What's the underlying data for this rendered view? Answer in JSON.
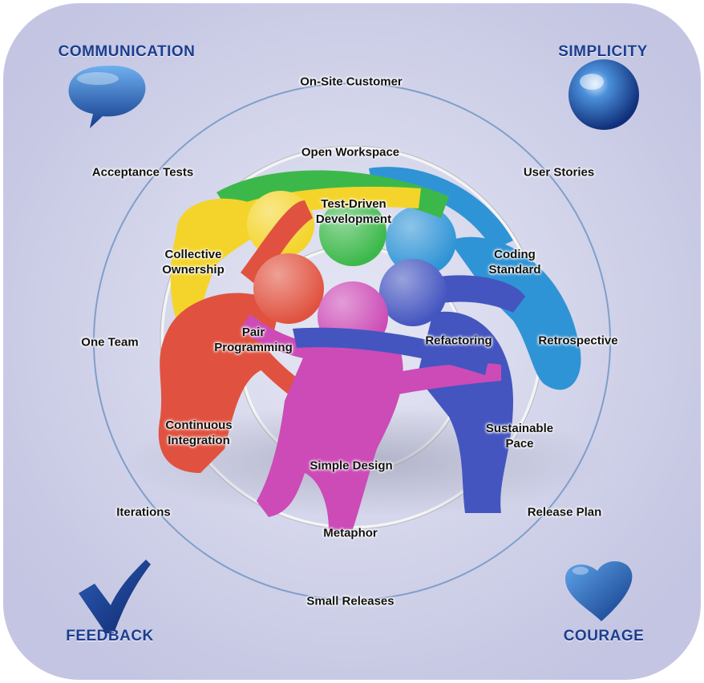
{
  "values": {
    "communication": "COMMUNICATION",
    "simplicity": "SIMPLICITY",
    "feedback": "FEEDBACK",
    "courage": "COURAGE"
  },
  "outer_ring": {
    "top": "On-Site Customer",
    "top_left": "Acceptance Tests",
    "top_right": "User Stories",
    "left": "One Team",
    "right": "Retrospective",
    "bottom_left": "Iterations",
    "bottom_right": "Release Plan",
    "bottom": "Small Releases"
  },
  "middle_ring": {
    "top": "Open Workspace",
    "top_left": "Collective\nOwnership",
    "top_right": "Coding\nStandard",
    "bottom_left": "Continuous\nIntegration",
    "bottom_right": "Sustainable\nPace",
    "bottom": "Metaphor"
  },
  "inner_ring": {
    "top": "Test-Driven\nDevelopment",
    "left": "Pair\nProgramming",
    "right": "Refactoring",
    "bottom": "Simple Design"
  },
  "icons": {
    "communication": "speech-bubble-icon",
    "simplicity": "sphere-icon",
    "feedback": "checkmark-icon",
    "courage": "heart-icon"
  },
  "colors": {
    "background": "#c9cbe5",
    "value_text": "#1b3d8f",
    "ring": "#7f9fc9",
    "figure_red": "#e0523f",
    "figure_yellow": "#f4d42a",
    "figure_green": "#3cb84a",
    "figure_lightblue": "#2f94d6",
    "figure_blue": "#4455c0",
    "figure_magenta": "#cc4bb6"
  }
}
